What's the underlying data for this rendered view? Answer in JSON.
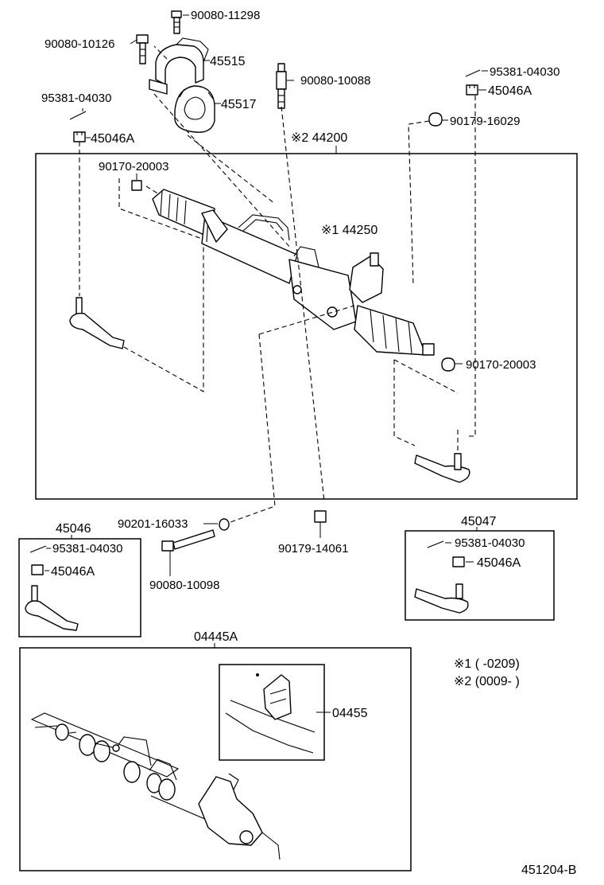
{
  "labels": {
    "bolt_90080_11298": "90080-11298",
    "bolt_90080_10126": "90080-10126",
    "bracket_45515": "45515",
    "bushing_45517": "45517",
    "pin_95381_04030_top_left": "95381-04030",
    "nut_45046a_top_left": "45046A",
    "bolt_90080_10088": "90080-10088",
    "gear_44200": "※2 44200",
    "pin_95381_04030_top_right": "95381-04030",
    "nut_45046a_top_right": "45046A",
    "nut_90179_16029": "90179-16029",
    "nut_90170_20003_left": "90170-20003",
    "valve_44250": "※1 44250",
    "nut_90170_20003_right": "90170-20003",
    "washer_90201_16033": "90201-16033",
    "bolt_90080_10098": "90080-10098",
    "nut_90179_14061": "90179-14061",
    "assy_45046": "45046",
    "assy_45046_pin": "95381-04030",
    "assy_45046_nut": "45046A",
    "assy_45047": "45047",
    "assy_45047_pin": "95381-04030",
    "assy_45047_nut": "45046A",
    "kit_04445a": "04445A",
    "kit_04455": "04455",
    "note_1": "※1 (      -0209)",
    "note_2": "※2 (0009-      )",
    "diagram_id": "451204-B"
  }
}
